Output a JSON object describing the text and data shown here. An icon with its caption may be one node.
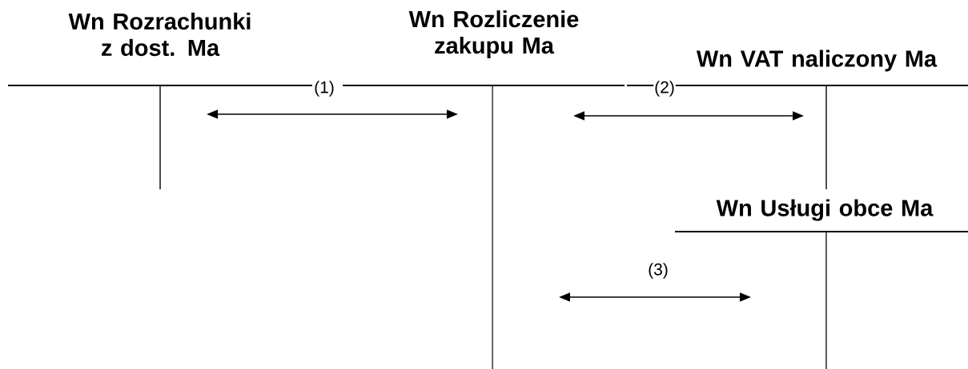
{
  "diagram": {
    "nodes": [
      {
        "text": [
          "Wn Rozrachunki z dost. Ma"
        ]
      },
      {
        "text": [
          "Wn Rozliczenie zakupu Ma"
        ]
      },
      {
        "text": [
          "Wn VAT naliczony Ma"
        ]
      },
      {
        "text": [
          "Wn Usługi obce Ma"
        ]
      }
    ],
    "edges": [
      {
        "from": 0,
        "to": 1,
        "arrow": "both",
        "label": "(1)"
      },
      {
        "from": 1,
        "to": 2,
        "arrow": "both",
        "label": "(2)"
      },
      {
        "from": 1,
        "to": 3,
        "arrow": "both",
        "label": "(3)"
      }
    ]
  }
}
